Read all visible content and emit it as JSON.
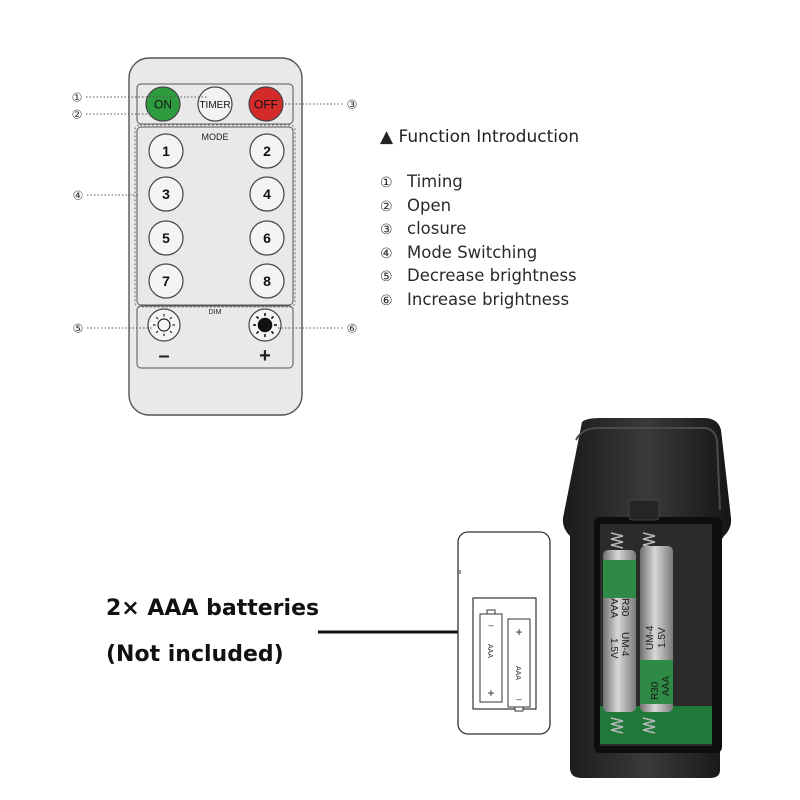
{
  "remote": {
    "on_label": "ON",
    "timer_label": "TIMER",
    "off_label": "OFF",
    "mode_label": "MODE",
    "dim_label": "DIM",
    "mode_buttons": [
      "1",
      "2",
      "3",
      "4",
      "5",
      "6",
      "7",
      "8"
    ],
    "minus_label": "–",
    "plus_label": "+",
    "colors": {
      "on": "#2e9b3e",
      "off": "#d42a2a",
      "body": "#e9e9e9"
    }
  },
  "callouts": [
    "①",
    "②",
    "③",
    "④",
    "⑤",
    "⑥"
  ],
  "function_intro": {
    "title": "▲ Function Introduction",
    "items": [
      {
        "num": "①",
        "label": "Timing"
      },
      {
        "num": "②",
        "label": "Open"
      },
      {
        "num": "③",
        "label": "closure"
      },
      {
        "num": "④",
        "label": "Mode Switching"
      },
      {
        "num": "⑤",
        "label": "Decrease brightness"
      },
      {
        "num": "⑥",
        "label": "Increase brightness"
      }
    ]
  },
  "battery_note": {
    "line1": "2× AAA batteries",
    "line2": "(Not included)"
  },
  "battery_labels": {
    "aaa": "AAA",
    "plus": "+",
    "minus": "–",
    "r30": "R30",
    "um4": "UM-4",
    "voltage": "1.5V"
  }
}
